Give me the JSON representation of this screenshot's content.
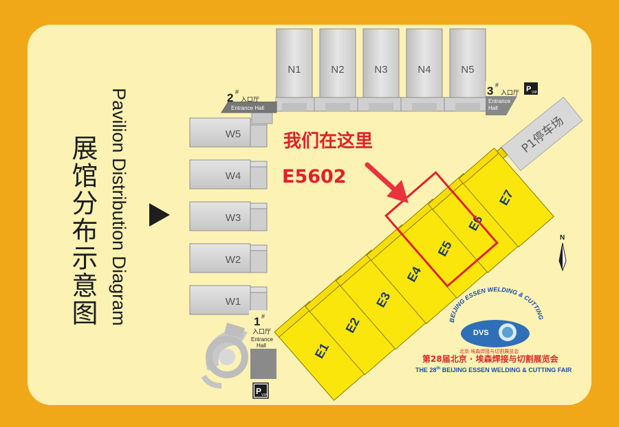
{
  "map": {
    "title_cn": "展馆分布示意图",
    "title_en": "Pavilion Distribution Diagram",
    "callout_cn": "我们在这里",
    "callout_booth": "E5602",
    "north_label": "N",
    "colors": {
      "frame": "#f0a818",
      "background": "#fbf2b4",
      "hall_yellow": "#fbe60c",
      "hall_gray": "#d6d6d6",
      "highlight": "#e0202a"
    }
  },
  "halls": {
    "north": [
      "N1",
      "N2",
      "N3",
      "N4",
      "N5"
    ],
    "west": [
      "W5",
      "W4",
      "W3",
      "W2",
      "W1"
    ],
    "east": [
      "E1",
      "E2",
      "E3",
      "E4",
      "E5",
      "E6",
      "E7"
    ]
  },
  "entrances": {
    "e1": {
      "num": "1",
      "cn": "入口厅",
      "en": "Entrance",
      "en2": "Hall"
    },
    "e2": {
      "num": "2",
      "cn": "入口厅",
      "en": "Entrance Hall"
    },
    "e3": {
      "num": "3",
      "cn": "入口厅",
      "en": "Entrance",
      "en2": "Hall"
    }
  },
  "parking": {
    "p1": "P1停车场",
    "vip_p": "P",
    "vip_sub": "VIP"
  },
  "fair": {
    "logo_arc": "BEIJING ESSEN WELDING & CUTTING",
    "logo_brand": "DVS",
    "logo_sub_cn": "北京·埃森焊接与切割展览会",
    "name_cn": "第28届北京 · 埃森焊接与切割展览会",
    "name_en_pre": "THE 28",
    "name_en_sup": "th",
    "name_en_post": " BEIJING ESSEN WELDING & CUTTING FAIR"
  }
}
